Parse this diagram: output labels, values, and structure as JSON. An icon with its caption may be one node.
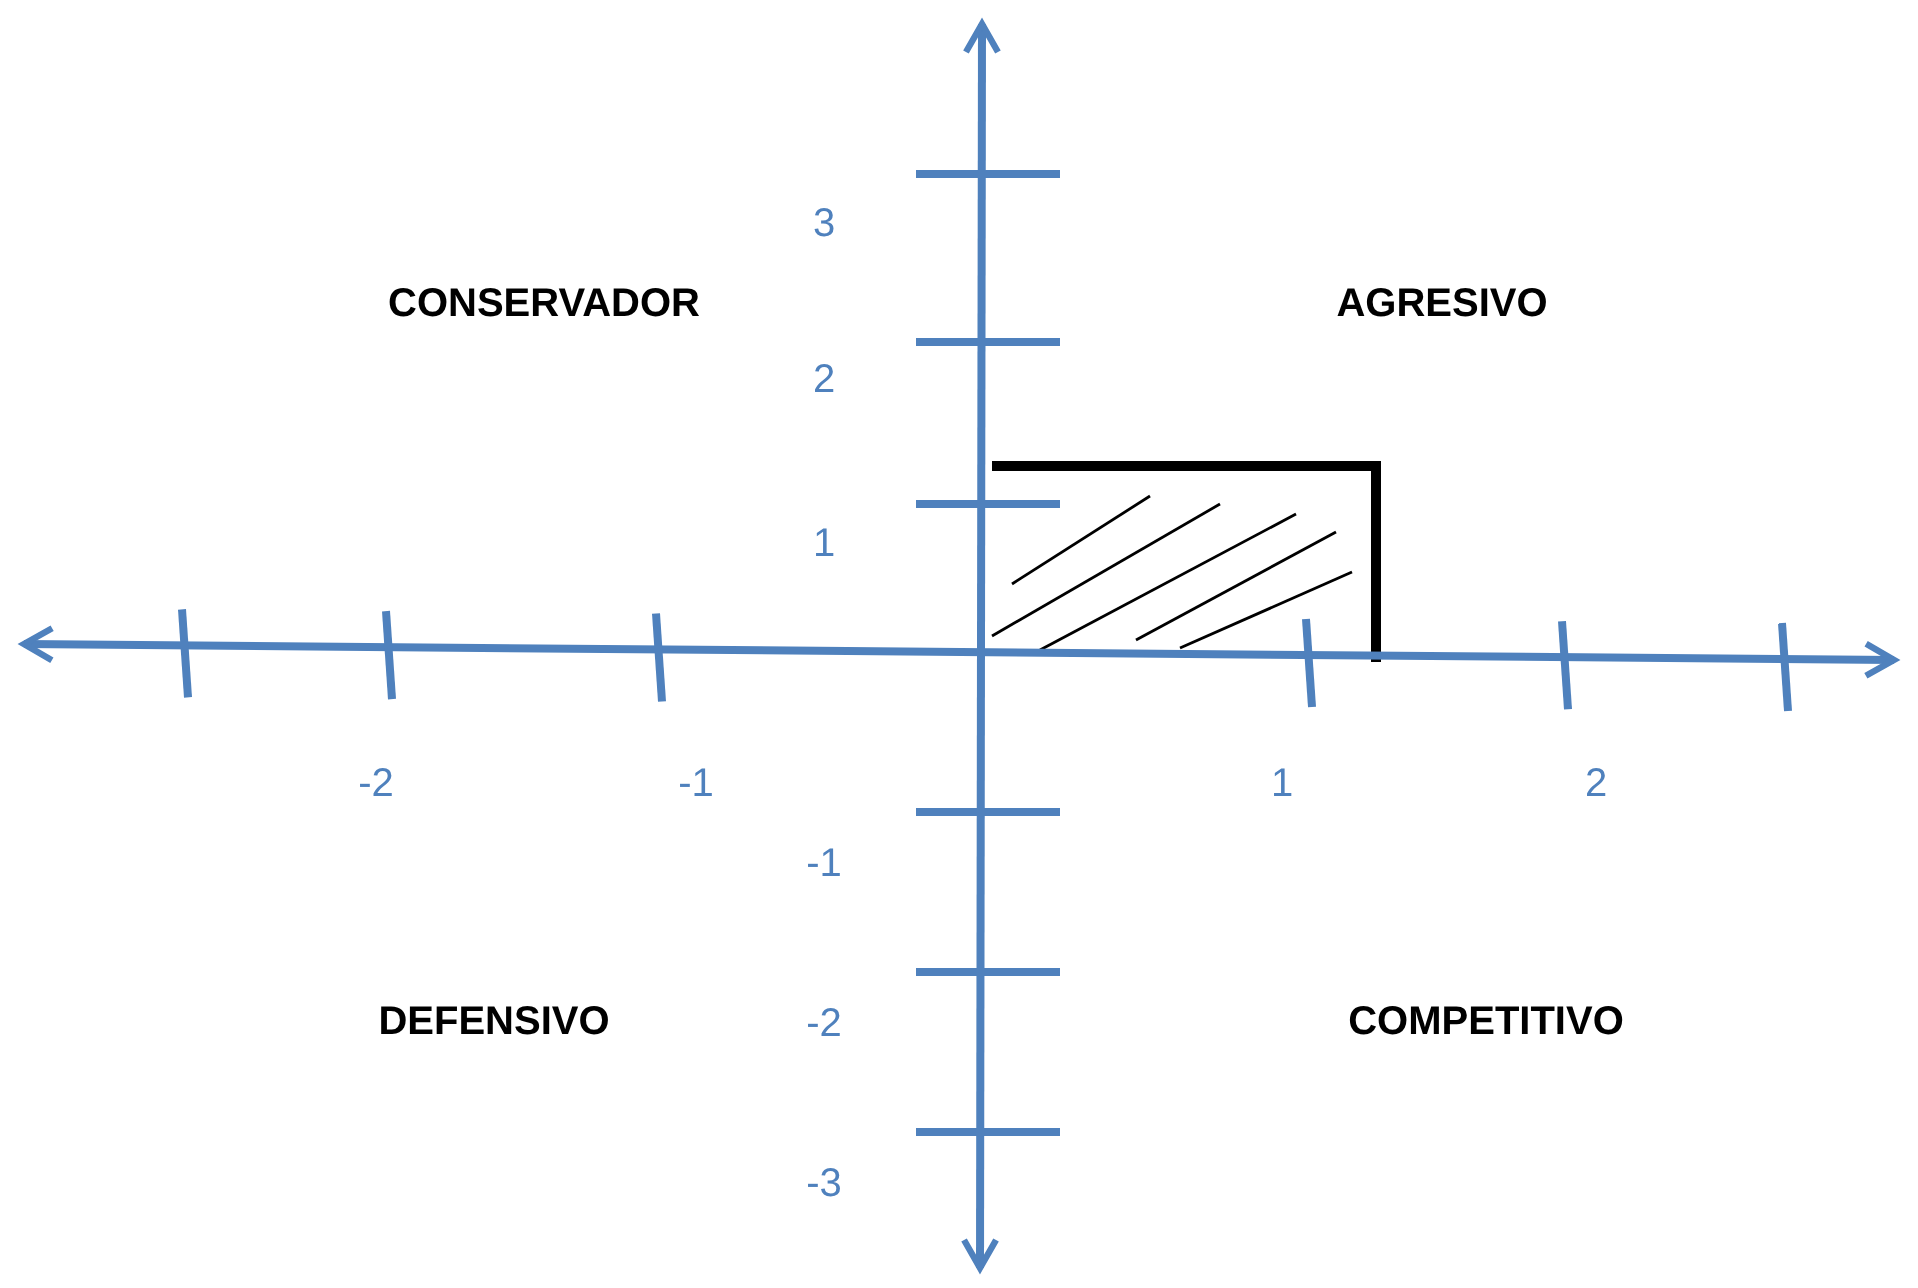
{
  "diagram": {
    "labels": [
      "3",
      "CONSERVADOR",
      "AGRESIVO",
      "2",
      "1",
      "-2",
      "-1",
      "1",
      "2",
      "-1",
      "DEFENSIVO",
      "-2",
      "COMPETITIVO",
      "-3"
    ]
  }
}
